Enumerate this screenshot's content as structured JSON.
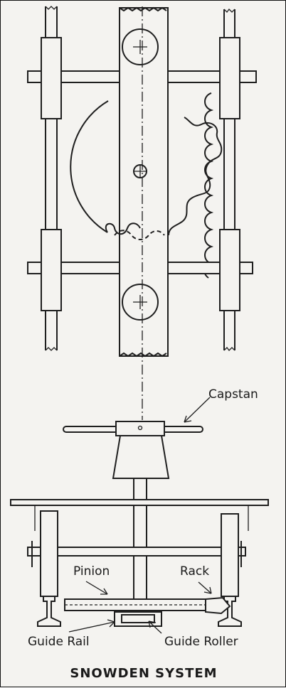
{
  "diagram": {
    "title": "SNOWDEN SYSTEM",
    "labels": {
      "capstan": "Capstan",
      "pinion": "Pinion",
      "rack": "Rack",
      "guide_rail": "Guide Rail",
      "guide_roller": "Guide Roller"
    }
  }
}
